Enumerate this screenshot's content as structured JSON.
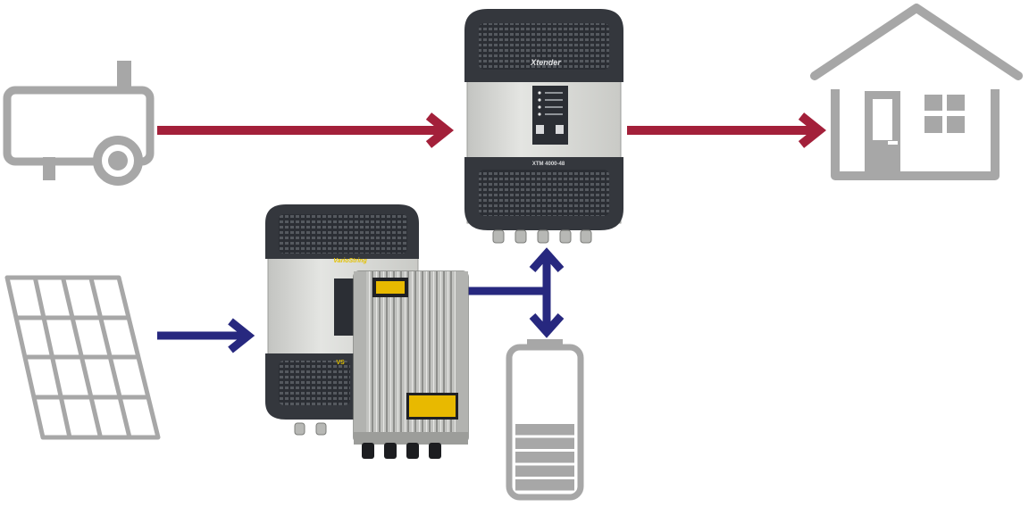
{
  "colors": {
    "background": "#ffffff",
    "icon_gray": "#a7a7a7",
    "ac_flow": "#a3203a",
    "dc_flow": "#27287f",
    "device_body": "#d3d4d0",
    "device_dark": "#3a3d44",
    "label_yellow": "#f2c200"
  },
  "diagram": {
    "nodes": [
      {
        "id": "generator",
        "icon": "generator-icon"
      },
      {
        "id": "solar_panel",
        "icon": "solar-panel-icon"
      },
      {
        "id": "inverter",
        "icon": "xtender-inverter-device",
        "brand": "Xtender",
        "model": "XTM 4000-48"
      },
      {
        "id": "solar_charger",
        "icon": "variostring-charger-device",
        "brand": "VarioString",
        "sub": "VS"
      },
      {
        "id": "solar_mppt",
        "icon": "mppt-controller-device"
      },
      {
        "id": "battery",
        "icon": "battery-icon",
        "level": 0.5
      },
      {
        "id": "house",
        "icon": "house-icon"
      }
    ],
    "edges": [
      {
        "from": "generator",
        "to": "inverter",
        "type": "ac",
        "direction": "one-way"
      },
      {
        "from": "inverter",
        "to": "house",
        "type": "ac",
        "direction": "one-way"
      },
      {
        "from": "solar_panel",
        "to": "solar_charger",
        "type": "dc",
        "direction": "one-way"
      },
      {
        "from": "solar_mppt",
        "to": "battery",
        "type": "dc",
        "direction": "one-way"
      },
      {
        "from": "inverter",
        "to": "battery",
        "type": "dc",
        "direction": "two-way"
      }
    ]
  }
}
